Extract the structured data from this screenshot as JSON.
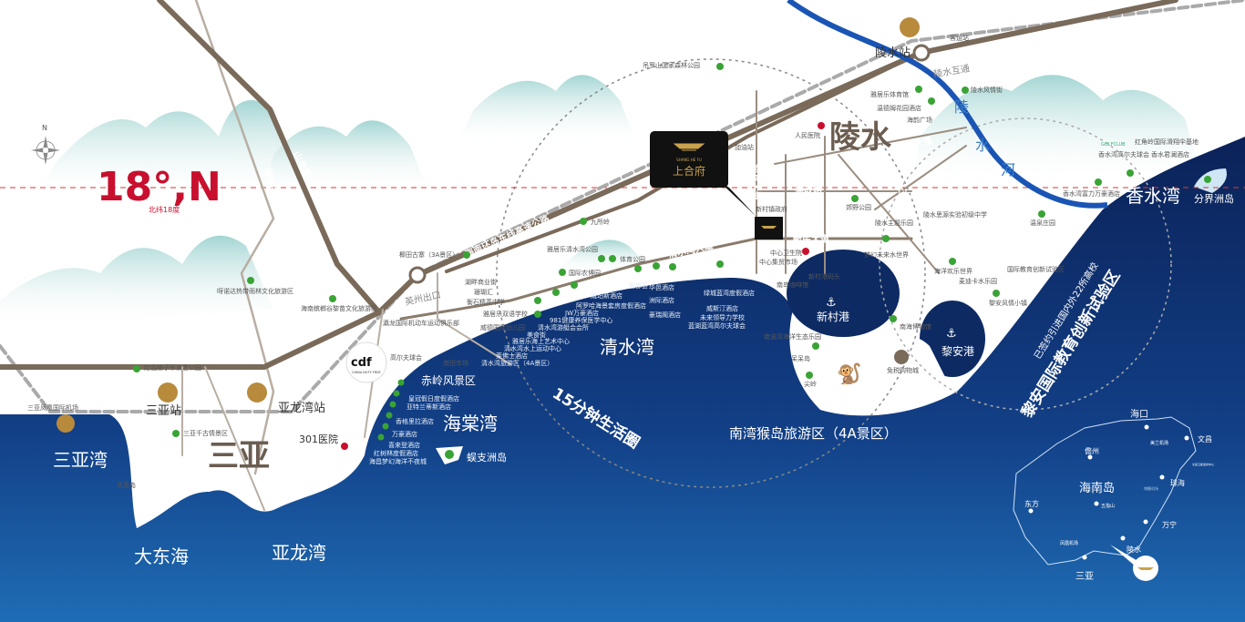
{
  "colors": {
    "sea": "#0d2a63",
    "sea_light": "#1a5aa0",
    "road": "#7a6a5a",
    "accent_red": "#c8102e",
    "river": "#1a55b5",
    "poi_green": "#3aa335",
    "mountain": "#9fd3d0"
  },
  "compass": {
    "north": "N",
    "icon": "compass-rose-icon"
  },
  "latitude": {
    "label": "18°,N",
    "sub": "北纬18度"
  },
  "project": {
    "pinyin": "SHANG HE FU",
    "name": "上合府",
    "icon": "pavilion-logo-icon"
  },
  "cities": {
    "lingshui": "陵水",
    "sanya": "三亚"
  },
  "stations": {
    "lingshui": "陵水站",
    "sanya": "三亚站",
    "yalongwan": "亚龙湾站",
    "airport": "三亚凤凰国际机场",
    "bus": "客运站"
  },
  "roads": {
    "east_expressway": "海南环岛东线高速公路",
    "haiyu_east": "海榆东线",
    "haiyu_middle": "海榆中线",
    "shanhai": "山海高速",
    "qingshuiwan": "清水湾大道",
    "xinmin": "新民大道",
    "yingbin": "迎宾大道",
    "dezheng": "德政路",
    "zhongshan": "中山北路",
    "gaoshu": "高速大道",
    "lingcheng": "陵城大道",
    "interchange": "陵水互通",
    "yingzhou_exit": "英州出口"
  },
  "river": [
    "陵",
    "水",
    "河"
  ],
  "water": {
    "xiangshuiwan": "香水湾",
    "qingshuiwan": "清水湾",
    "haitangwan": "海棠湾",
    "sanyawan": "三亚湾",
    "dadonghai": "大东海",
    "yalongwan": "亚龙湾",
    "xincungang": "新村港",
    "lianggang": "黎安港",
    "fenjiezhou": "分界洲岛",
    "wuzhizhou": "蜈支洲岛",
    "fenghuangdao": "凤凰岛"
  },
  "zones": {
    "circle": "15分钟生活圈",
    "nanwan": "南湾猴岛旅游区（4A景区）",
    "education": "黎安国际教育创新试验区",
    "education_sub": "已签约引进国内外22所高校",
    "chiling": "赤岭风景区"
  },
  "lingshui_pois": [
    "雅居乐体育馆",
    "温德姆花园酒店",
    "海韵广场",
    "陵水风情街",
    "人民医院",
    "加油站",
    "吊罗山国家森林公园",
    "新村镇政府",
    "郊野公园",
    "中心卫生院",
    "中心集贸市场",
    "新村港码头",
    "南岛咖啡馆",
    "陵水主题乐园",
    "梦幻未来水世界",
    "陵水思源实验初级中学",
    "海洋欢乐世界",
    "麦迪卡水乐园",
    "国际教育创新试验区",
    "黎安风情小镇",
    "南海博物馆",
    "免税购物城",
    "温泉庄园",
    "呆呆岛",
    "尖岭",
    "南波湾海洋生态乐园"
  ],
  "xiangshui_pois": [
    "香水湾高尔夫球会",
    "红角岭国际滑翔伞基地",
    "香水君澜酒店",
    "香水湾富力万豪酒店",
    "GOLFCLUB"
  ],
  "qingshui_pois": [
    "九所岭",
    "雅居乐清水湾公园",
    "体育公园",
    "国际农博园",
    "雅都荟",
    "威珀斯酒店",
    "阿罗哈海景套房度假酒店",
    "JW万豪酒店",
    "981健康养保医学中心",
    "清水湾游艇会会所",
    "美食街",
    "雅居乐海上艺术中心",
    "清水湾水上运动中心",
    "莱佛士酒店",
    "清水湾旅游区（4A景区）",
    "华邑酒店",
    "洲际酒店",
    "豪瑞阁酒店",
    "绿城蓝湾度假酒店",
    "威斯汀酒店",
    "未来领导力学校",
    "蓝湖蓝湾高尔夫球会"
  ],
  "yingzhou_pois": [
    "椰田古寨（3A景区）",
    "湖畔商业街",
    "珊瑚汇",
    "衡石精英中学",
    "雅居乐双语学校",
    "威德国际幼儿园",
    "瀛龙国际机动车运动俱乐部",
    "高尔夫球会",
    "南田市场"
  ],
  "sanya_pois": [
    "呀诺达热带雨林文化旅游区",
    "海南槟榔谷黎苗文化旅游区",
    "红色娘子军演艺公园",
    "三亚千古情景区",
    "301医院"
  ],
  "haitang_hotels": [
    "皇冠假日度假酒店",
    "亚特兰蒂斯酒店",
    "香格里拉酒店",
    "万豪酒店",
    "喜来登酒店",
    "红树林度假酒店",
    "海昌梦幻海洋不夜城"
  ],
  "cdf": {
    "logo": "cdf",
    "sub": "CHINA DUTY FREE"
  },
  "inset": {
    "island": "海南岛",
    "cities": [
      "海口",
      "文昌",
      "儋州",
      "琼海",
      "东方",
      "五指山",
      "万宁",
      "陵水",
      "三亚"
    ],
    "airports": [
      "美兰机场",
      "博鳌机场",
      "凤凰机场"
    ],
    "extra": "文昌卫星发射中心"
  }
}
